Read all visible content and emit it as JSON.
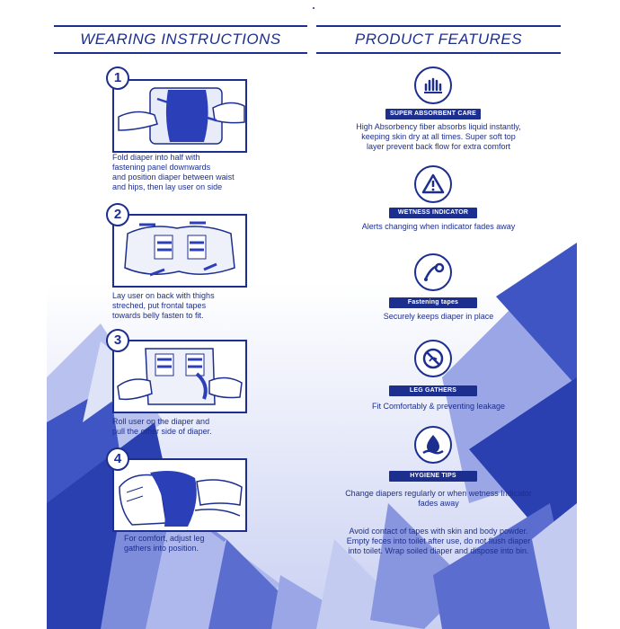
{
  "headers": {
    "wearing": "WEARING INSTRUCTIONS",
    "features": "PRODUCT FEATURES"
  },
  "steps": [
    {
      "number": "1",
      "caption_lines": [
        "Fold diaper into half with",
        "fastening panel downwards",
        "and position diaper between waist",
        "and hips, then lay user on side"
      ]
    },
    {
      "number": "2",
      "caption_lines": [
        "Lay user on back with thighs",
        "streched, put frontal tapes",
        "towards belly fasten to fit."
      ]
    },
    {
      "number": "3",
      "caption_lines": [
        "Roll user on the diaper and",
        "pull the other side of diaper."
      ]
    },
    {
      "number": "4",
      "caption_lines": [
        "For comfort, adjust leg",
        "gathers into position."
      ]
    }
  ],
  "features": [
    {
      "icon": "super-absorbent-icon",
      "badge": "SUPER ABSORBENT CARE",
      "text_lines": [
        "High Absorbency fiber absorbs liquid instantly,",
        "keeping skin dry at all times. Super soft top",
        "layer prevent back flow for extra comfort"
      ]
    },
    {
      "icon": "wetness-warning-icon",
      "badge": "WETNESS INDICATOR",
      "text_lines": [
        "Alerts changing when indicator fades away"
      ]
    },
    {
      "icon": "fastening-tape-icon",
      "badge": "Fastening tapes",
      "text_lines": [
        "Securely keeps diaper in place"
      ]
    },
    {
      "icon": "leg-gathers-icon",
      "badge": "LEG GATHERS",
      "text_lines": [
        "Fit Comfortably & preventing leakage"
      ]
    },
    {
      "icon": "hygiene-drop-icon",
      "badge": "HYGIENE TIPS",
      "text_lines": [
        "Change diapers regularly or when wetness Indicator",
        "fades away"
      ]
    }
  ],
  "disposal_lines": [
    "Avoid contact of tapes with skin and body powder.",
    "Empty feces into toilet after use, do not flush diaper",
    "into toilet. Wrap soiled diaper and dispose into bin."
  ],
  "colors": {
    "brand_blue": "#1d2f8e",
    "light_blue": "#a9b4ea",
    "panel_white": "#ffffff"
  }
}
